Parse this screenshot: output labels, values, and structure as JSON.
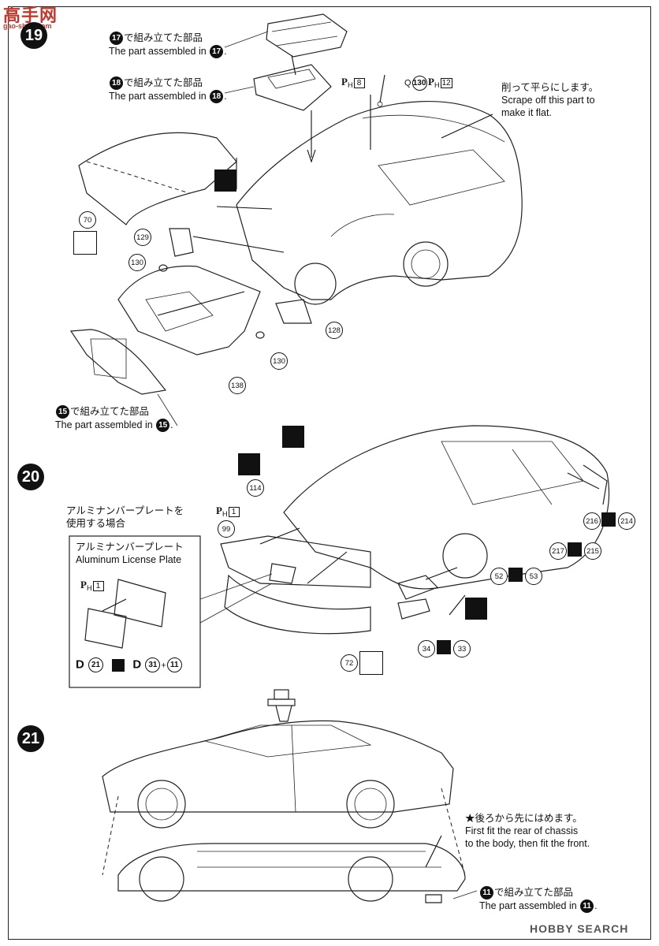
{
  "watermark": {
    "text_cn": "高手网",
    "url": "gao-shou.com",
    "brand": "HOBBY SEARCH"
  },
  "steps": {
    "s19": "19",
    "s20": "20",
    "s21": "21"
  },
  "step19": {
    "note17_jp": "で組み立てた部品",
    "note17_en": "The part assembled in",
    "note17_ref": "17",
    "note18_jp": "で組み立てた部品",
    "note18_en": "The part assembled in",
    "note18_ref": "18",
    "note15_jp": "で組み立てた部品",
    "note15_en": "The part assembled in",
    "note15_ref": "15",
    "scrape_jp": "削って平らにします。",
    "scrape_en_1": "Scrape off this part to",
    "scrape_en_2": "make it flat.",
    "ph8": "8",
    "q130": "130",
    "ph12": "12",
    "q_label": "Q",
    "parts": {
      "p70": "70",
      "p129": "129",
      "p130a": "130",
      "p130b": "130",
      "p128": "128",
      "p138": "138"
    }
  },
  "step20": {
    "al_note_jp_1": "アルミナンバープレートを",
    "al_note_jp_2": "使用する場合",
    "box_title_jp": "アルミナンバープレート",
    "box_title_en": "Aluminum License Plate",
    "ph1_box": "1",
    "ph1_main": "1",
    "d21": "21",
    "d31": "31",
    "d11": "11",
    "d_label": "D",
    "plus": "+",
    "parts": {
      "p114": "114",
      "p99": "99",
      "p72": "72",
      "p216": "216",
      "p214": "214",
      "p217": "217",
      "p215": "215",
      "p52": "52",
      "p53": "53",
      "p34": "34",
      "p33": "33"
    }
  },
  "step21": {
    "fit_star": "★後ろから先にはめます。",
    "fit_en_1": "First fit the rear of chassis",
    "fit_en_2": "to the body, then fit the front.",
    "note11_jp": "で組み立てた部品",
    "note11_en": "The part assembled in",
    "note11_ref": "11"
  },
  "ph_label": "P",
  "ph_sub": "H",
  "period": "."
}
